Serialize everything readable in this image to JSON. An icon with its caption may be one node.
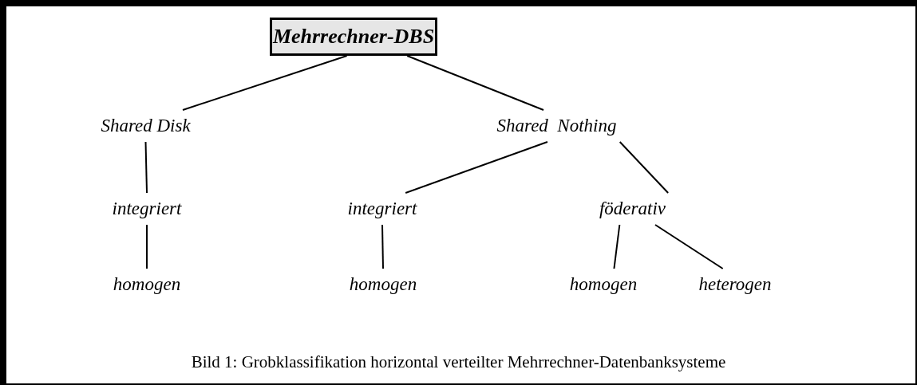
{
  "diagram": {
    "caption": "Bild 1: Grobklassifikation horizontal verteilter Mehrrechner-Datenbanksysteme",
    "nodes": [
      {
        "text": [
          "Mehrrechner-DBS"
        ]
      },
      {
        "text": [
          "Shared Disk"
        ]
      },
      {
        "text": [
          "Shared  Nothing"
        ]
      },
      {
        "text": [
          "integriert"
        ]
      },
      {
        "text": [
          "integriert"
        ]
      },
      {
        "text": [
          "föderativ"
        ]
      },
      {
        "text": [
          "homogen"
        ]
      },
      {
        "text": [
          "homogen"
        ]
      },
      {
        "text": [
          "homogen"
        ]
      },
      {
        "text": [
          "heterogen"
        ]
      }
    ],
    "edges": [
      {
        "from": 0,
        "to": 1,
        "arrow": "none"
      },
      {
        "from": 0,
        "to": 2,
        "arrow": "none"
      },
      {
        "from": 1,
        "to": 3,
        "arrow": "none"
      },
      {
        "from": 2,
        "to": 4,
        "arrow": "none"
      },
      {
        "from": 2,
        "to": 5,
        "arrow": "none"
      },
      {
        "from": 3,
        "to": 6,
        "arrow": "none"
      },
      {
        "from": 4,
        "to": 7,
        "arrow": "none"
      },
      {
        "from": 5,
        "to": 8,
        "arrow": "none"
      },
      {
        "from": 5,
        "to": 9,
        "arrow": "none"
      }
    ]
  }
}
